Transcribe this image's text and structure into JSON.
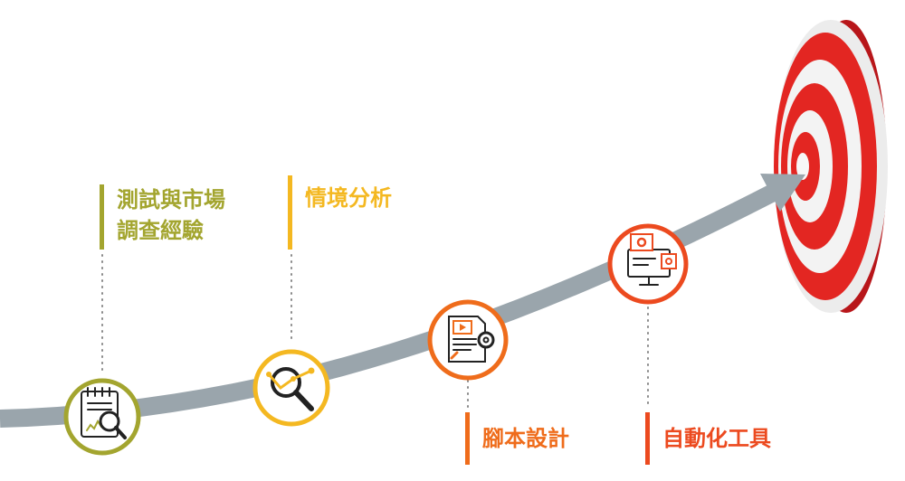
{
  "steps": [
    {
      "id": "research",
      "lines": [
        "測試與市場",
        "調查經驗"
      ],
      "color": "#a3a52f",
      "icon": "notepad-magnifier-icon"
    },
    {
      "id": "analysis",
      "lines": [
        "情境分析"
      ],
      "color": "#f4b821",
      "icon": "magnifier-trend-icon"
    },
    {
      "id": "script",
      "lines": [
        "腳本設計"
      ],
      "color": "#ef6c1b",
      "icon": "document-gear-icon"
    },
    {
      "id": "automation",
      "lines": [
        "自動化工具"
      ],
      "color": "#ec4a1f",
      "icon": "monitor-gears-icon"
    }
  ],
  "colors": {
    "arrow": "#9aa5ac",
    "target_red": "#e32622",
    "target_light": "#f5f5f5",
    "connector": "#8a8a8a"
  },
  "icons": {
    "target": "bullseye-target-icon"
  }
}
